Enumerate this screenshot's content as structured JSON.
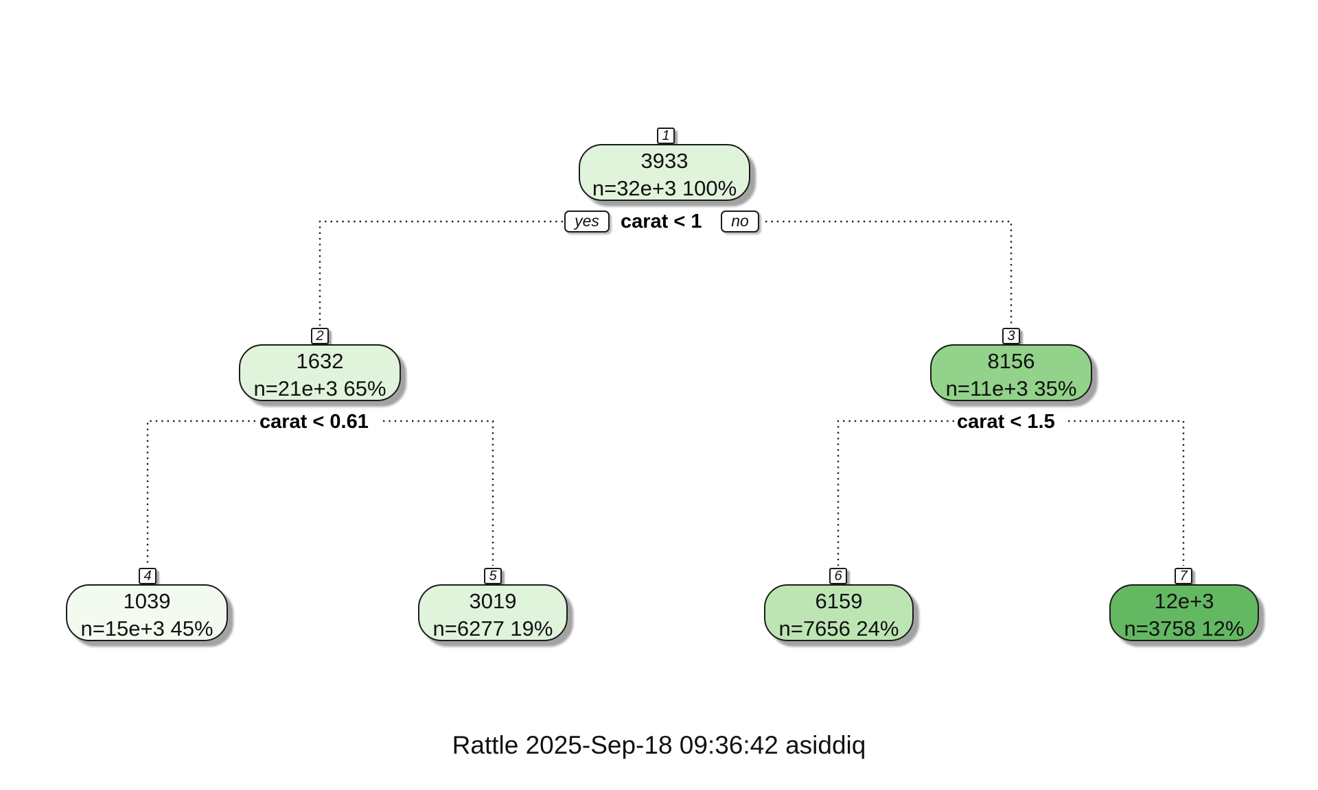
{
  "nodes": [
    {
      "id": "1",
      "value": "3933",
      "info": "n=32e+3  100%",
      "fill": "#e0f3db"
    },
    {
      "id": "2",
      "value": "1632",
      "info": "n=21e+3  65%",
      "fill": "#e0f3db"
    },
    {
      "id": "3",
      "value": "8156",
      "info": "n=11e+3  35%",
      "fill": "#92d28a"
    },
    {
      "id": "4",
      "value": "1039",
      "info": "n=15e+3  45%",
      "fill": "#f3fbf0"
    },
    {
      "id": "5",
      "value": "3019",
      "info": "n=6277  19%",
      "fill": "#e0f3db"
    },
    {
      "id": "6",
      "value": "6159",
      "info": "n=7656  24%",
      "fill": "#bce5b3"
    },
    {
      "id": "7",
      "value": "12e+3",
      "info": "n=3758  12%",
      "fill": "#63b862"
    }
  ],
  "splits": {
    "root": "carat < 1",
    "left": "carat < 0.61",
    "right": "carat < 1.5"
  },
  "branch_labels": {
    "yes": "yes",
    "no": "no"
  },
  "footer": "Rattle 2025-Sep-18 09:36:42 asiddiq"
}
